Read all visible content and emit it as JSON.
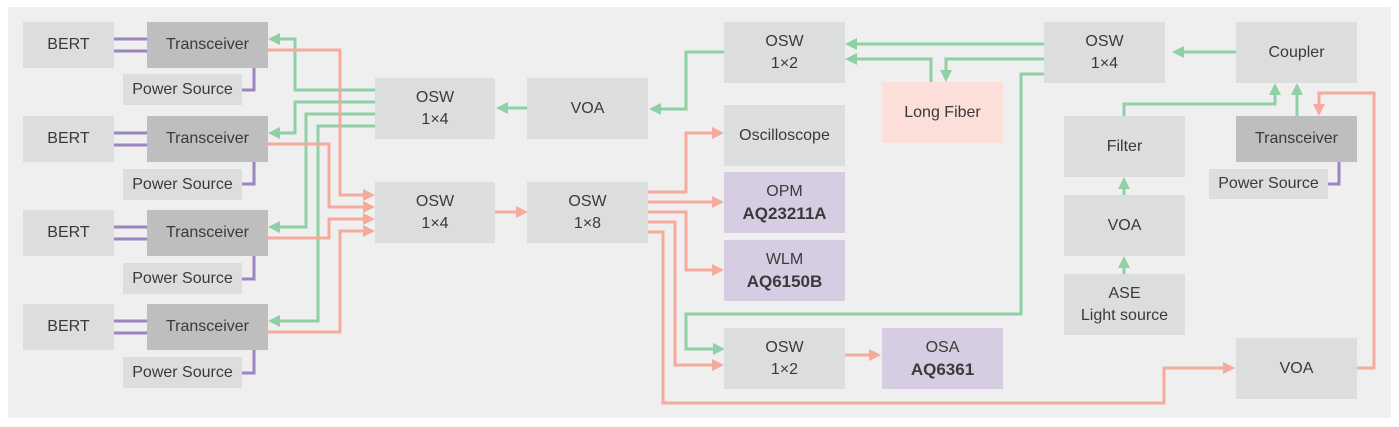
{
  "diagram": {
    "colors": {
      "background": "#efefef",
      "box_light": "#dcdddd",
      "box_dark": "#bebebf",
      "box_instrument": "#d6cde3",
      "box_fiber": "#fbdfd8",
      "receive_path": "#8fd0a4",
      "transmit_path": "#f5aa9c",
      "electrical": "#9c86c2"
    },
    "left_group": [
      {
        "bert": "BERT",
        "transceiver": "Transceiver",
        "power": "Power Source"
      },
      {
        "bert": "BERT",
        "transceiver": "Transceiver",
        "power": "Power Source"
      },
      {
        "bert": "BERT",
        "transceiver": "Transceiver",
        "power": "Power Source"
      },
      {
        "bert": "BERT",
        "transceiver": "Transceiver",
        "power": "Power Source"
      }
    ],
    "osw_rx": {
      "line1": "OSW",
      "line2": "1×4"
    },
    "osw_tx": {
      "line1": "OSW",
      "line2": "1×4"
    },
    "voa_mid": {
      "label": "VOA"
    },
    "osw_1x8": {
      "line1": "OSW",
      "line2": "1×8"
    },
    "osw_1x2_top": {
      "line1": "OSW",
      "line2": "1×2"
    },
    "oscilloscope": {
      "label": "Oscilloscope"
    },
    "opm": {
      "name": "OPM",
      "model": "AQ23211A"
    },
    "wlm": {
      "name": "WLM",
      "model": "AQ6150B"
    },
    "osw_1x2_bottom": {
      "line1": "OSW",
      "line2": "1×2"
    },
    "osa": {
      "name": "OSA",
      "model": "AQ6361"
    },
    "long_fiber": {
      "label": "Long Fiber"
    },
    "osw_1x4_right": {
      "line1": "OSW",
      "line2": "1×4"
    },
    "coupler": {
      "label": "Coupler"
    },
    "filter": {
      "label": "Filter"
    },
    "voa_ase": {
      "label": "VOA"
    },
    "ase": {
      "line1": "ASE",
      "line2": "Light source"
    },
    "right_transceiver": {
      "label": "Transceiver"
    },
    "right_power": {
      "label": "Power Source"
    },
    "voa_bottom": {
      "label": "VOA"
    }
  }
}
